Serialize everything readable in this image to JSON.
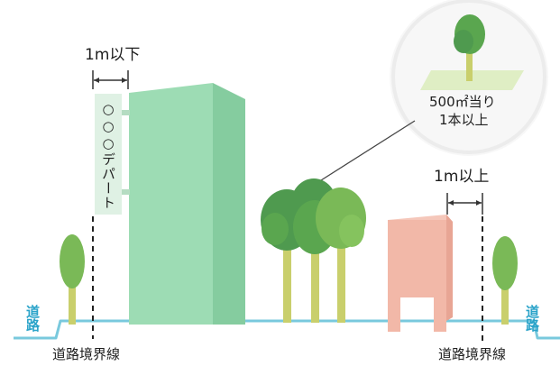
{
  "labels": {
    "sign_spacing": "1m以下",
    "sign_text": "○○○デパート",
    "setback": "1m以上",
    "tree_rule_line1": "500㎡当り",
    "tree_rule_line2": "1本以上",
    "road_left": "道路",
    "road_right": "道路",
    "boundary_left": "道路境界線",
    "boundary_right": "道路境界線"
  },
  "colors": {
    "building": "#9ddcb4",
    "building_side": "#85cc9f",
    "sign_board": "#dff1e4",
    "billboard": "#f2b8a8",
    "billboard_side": "#e8a594",
    "tree_dark": "#4f9a4f",
    "tree_mid": "#5aa64f",
    "tree_light": "#7ab957",
    "trunk": "#c9cf6c",
    "road_line": "#79c9dd",
    "road_label": "#2aa3c9",
    "halo": "#efefef",
    "lawn": "#dfeec4"
  }
}
